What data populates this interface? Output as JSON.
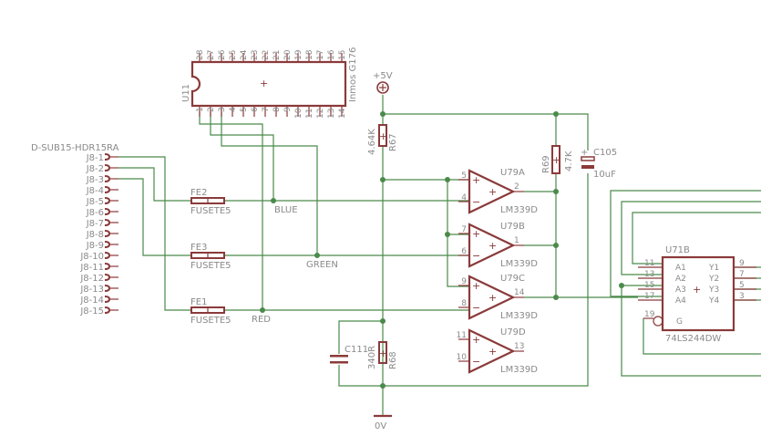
{
  "connector": {
    "name": "D-SUB15-HDR15RA",
    "pins": [
      "J8-1",
      "J8-2",
      "J8-3",
      "J8-4",
      "J8-5",
      "J8-6",
      "J8-7",
      "J8-8",
      "J8-9",
      "J8-10",
      "J8-11",
      "J8-12",
      "J8-13",
      "J8-14",
      "J8-15"
    ]
  },
  "u11": {
    "ref": "U11",
    "value": "Inmos G176",
    "top_pins": [
      "28",
      "27",
      "26",
      "25",
      "24",
      "23",
      "22",
      "21",
      "20",
      "19",
      "18",
      "17",
      "16",
      "15"
    ],
    "bottom_pins": [
      "1",
      "2",
      "3",
      "4",
      "5",
      "6",
      "7",
      "8",
      "9",
      "10",
      "11",
      "12",
      "13",
      "14"
    ]
  },
  "fuses": [
    {
      "ref": "FE2",
      "value": "FUSETE5",
      "net": "BLUE"
    },
    {
      "ref": "FE3",
      "value": "FUSETE5",
      "net": "GREEN"
    },
    {
      "ref": "FE1",
      "value": "FUSETE5",
      "net": "RED"
    }
  ],
  "power": {
    "vcc": "+5V",
    "gnd": "0V"
  },
  "resistors": {
    "r67": {
      "ref": "R67",
      "value": "4.64K"
    },
    "r69": {
      "ref": "R69",
      "value": "4.7K"
    },
    "r68": {
      "ref": "R68",
      "value": "340R"
    }
  },
  "capacitors": {
    "c105": {
      "ref": "C105",
      "value": "10uF"
    },
    "c111": {
      "ref": "C111"
    }
  },
  "comparators": [
    {
      "ref": "U79A",
      "value": "LM339D",
      "pin_plus": "5",
      "pin_minus": "4",
      "pin_out": "2"
    },
    {
      "ref": "U79B",
      "value": "LM339D",
      "pin_plus": "7",
      "pin_minus": "6",
      "pin_out": "1"
    },
    {
      "ref": "U79C",
      "value": "LM339D",
      "pin_plus": "9",
      "pin_minus": "8",
      "pin_out": "14"
    },
    {
      "ref": "U79D",
      "value": "LM339D",
      "pin_plus": "11",
      "pin_minus": "10",
      "pin_out": "13"
    }
  ],
  "buffer": {
    "ref": "U71B",
    "value": "74LS244DW",
    "inputs": [
      {
        "pin": "11",
        "name": "A1"
      },
      {
        "pin": "13",
        "name": "A2"
      },
      {
        "pin": "15",
        "name": "A3"
      },
      {
        "pin": "17",
        "name": "A4"
      }
    ],
    "outputs": [
      {
        "pin": "9",
        "name": "Y1"
      },
      {
        "pin": "7",
        "name": "Y2"
      },
      {
        "pin": "5",
        "name": "Y3"
      },
      {
        "pin": "3",
        "name": "Y4"
      }
    ],
    "enable": {
      "pin": "19",
      "name": "G"
    }
  },
  "symbols": {
    "comparator_plus": "+",
    "comparator_minus": "−",
    "origin": "+"
  }
}
